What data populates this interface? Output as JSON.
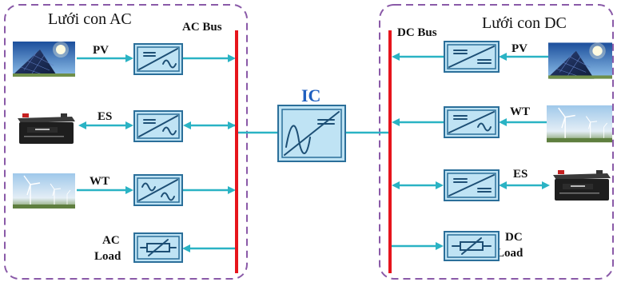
{
  "ac_grid": {
    "title": "Lưới con AC",
    "bus_label": "AC Bus",
    "sources": [
      {
        "label": "PV",
        "image": "solar-panel"
      },
      {
        "label": "ES",
        "image": "battery"
      },
      {
        "label": "WT",
        "image": "wind-turbine"
      }
    ],
    "load_label_line1": "AC",
    "load_label_line2": "Load"
  },
  "dc_grid": {
    "title": "Lưới con DC",
    "bus_label": "DC Bus",
    "sources": [
      {
        "label": "PV",
        "image": "solar-panel"
      },
      {
        "label": "WT",
        "image": "wind-turbine"
      },
      {
        "label": "ES",
        "image": "battery"
      }
    ],
    "load_label_line1": "DC",
    "load_label_line2": "Load"
  },
  "interlink": {
    "label": "IC"
  },
  "colors": {
    "bus": "#e6141c",
    "flow": "#2ab3c4",
    "converter_fill": "#bfe3f4",
    "frame": "#8a5aa8",
    "ic_label": "#1f5fbf"
  }
}
